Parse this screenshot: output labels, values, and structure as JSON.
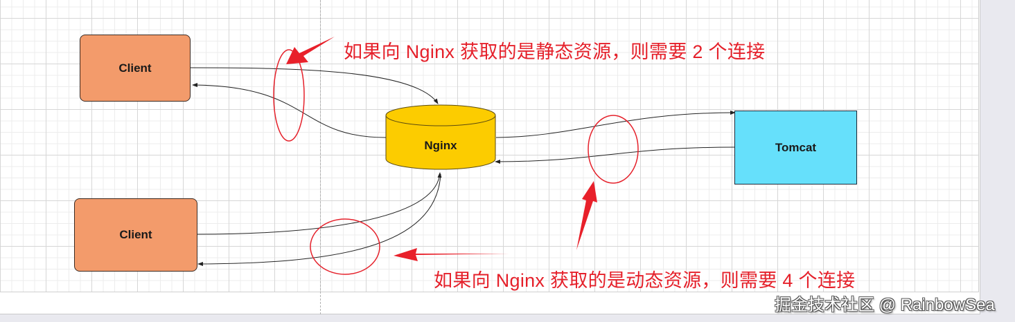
{
  "diagram": {
    "nodes": {
      "client_top": {
        "label": "Client",
        "fill": "#f39b6b"
      },
      "client_bottom": {
        "label": "Client",
        "fill": "#f39b6b"
      },
      "nginx": {
        "label": "Nginx",
        "fill": "#fccc00",
        "shape": "cylinder"
      },
      "tomcat": {
        "label": "Tomcat",
        "fill": "#66e0fb"
      }
    },
    "connections": [
      {
        "from": "Client (top)",
        "to": "Nginx"
      },
      {
        "from": "Nginx",
        "to": "Client (top)"
      },
      {
        "from": "Client (bottom)",
        "to": "Nginx"
      },
      {
        "from": "Nginx",
        "to": "Client (bottom)"
      },
      {
        "from": "Nginx",
        "to": "Tomcat"
      },
      {
        "from": "Tomcat",
        "to": "Nginx"
      }
    ],
    "annotations": {
      "static": "如果向 Nginx 获取的是静态资源，则需要 2 个连接",
      "dynamic": "如果向 Nginx 获取的是动态资源，则需要 4 个连接"
    },
    "annotation_color": "#e5202a"
  },
  "watermark": "掘金技术社区 @ RainbowSea"
}
